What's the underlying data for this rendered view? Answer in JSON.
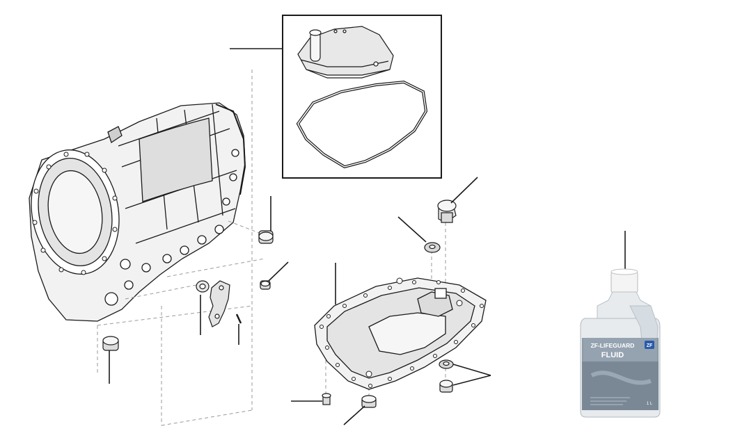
{
  "bottle": {
    "brand_line": "ZF-LIFEGUARD",
    "product_line": "FLUID",
    "badge": "ZF",
    "volume": "1 L"
  },
  "colors": {
    "line": "#1a1a1a",
    "dash": "#9a9a9a",
    "part_fill": "#f2f2f2",
    "part_shade": "#cfcfcf",
    "bottle_body": "#e7ebee",
    "bottle_label": "#8c9aa8",
    "bottle_cap": "#f4f4f4",
    "badge": "#2a5aa8"
  }
}
